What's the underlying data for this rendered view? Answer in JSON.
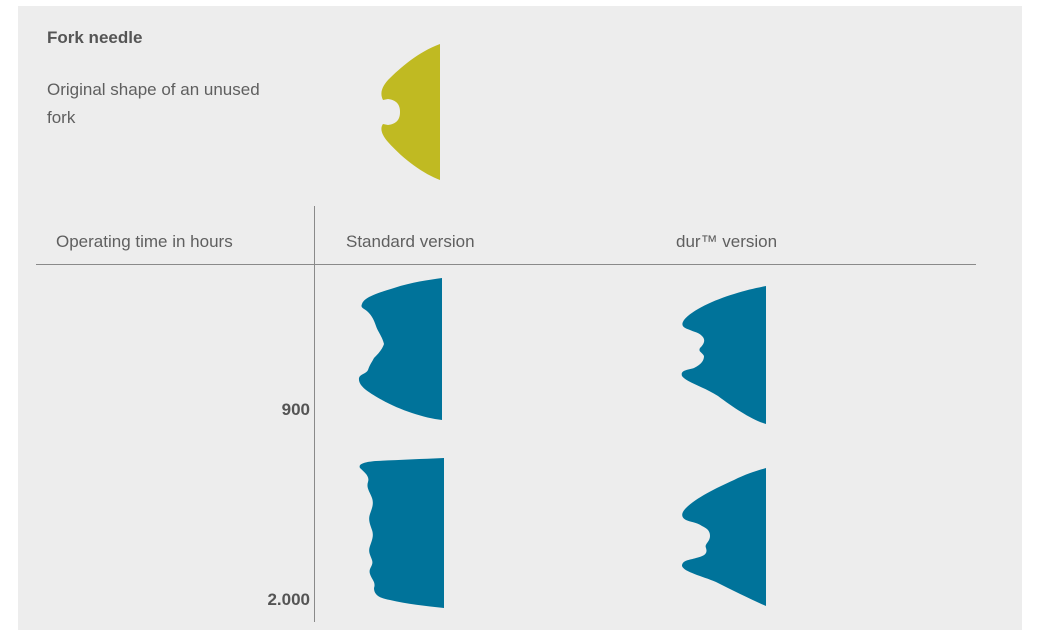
{
  "title": "Fork needle",
  "original": {
    "label": "Original shape of an unused fork",
    "color": "#c0ba22"
  },
  "table": {
    "headers": {
      "hours": "Operating time in hours",
      "standard": "Standard version",
      "dur": "dur™ version"
    },
    "rows": [
      {
        "hours": "900"
      },
      {
        "hours": "2.000"
      }
    ],
    "worn_color": "#00739a"
  }
}
